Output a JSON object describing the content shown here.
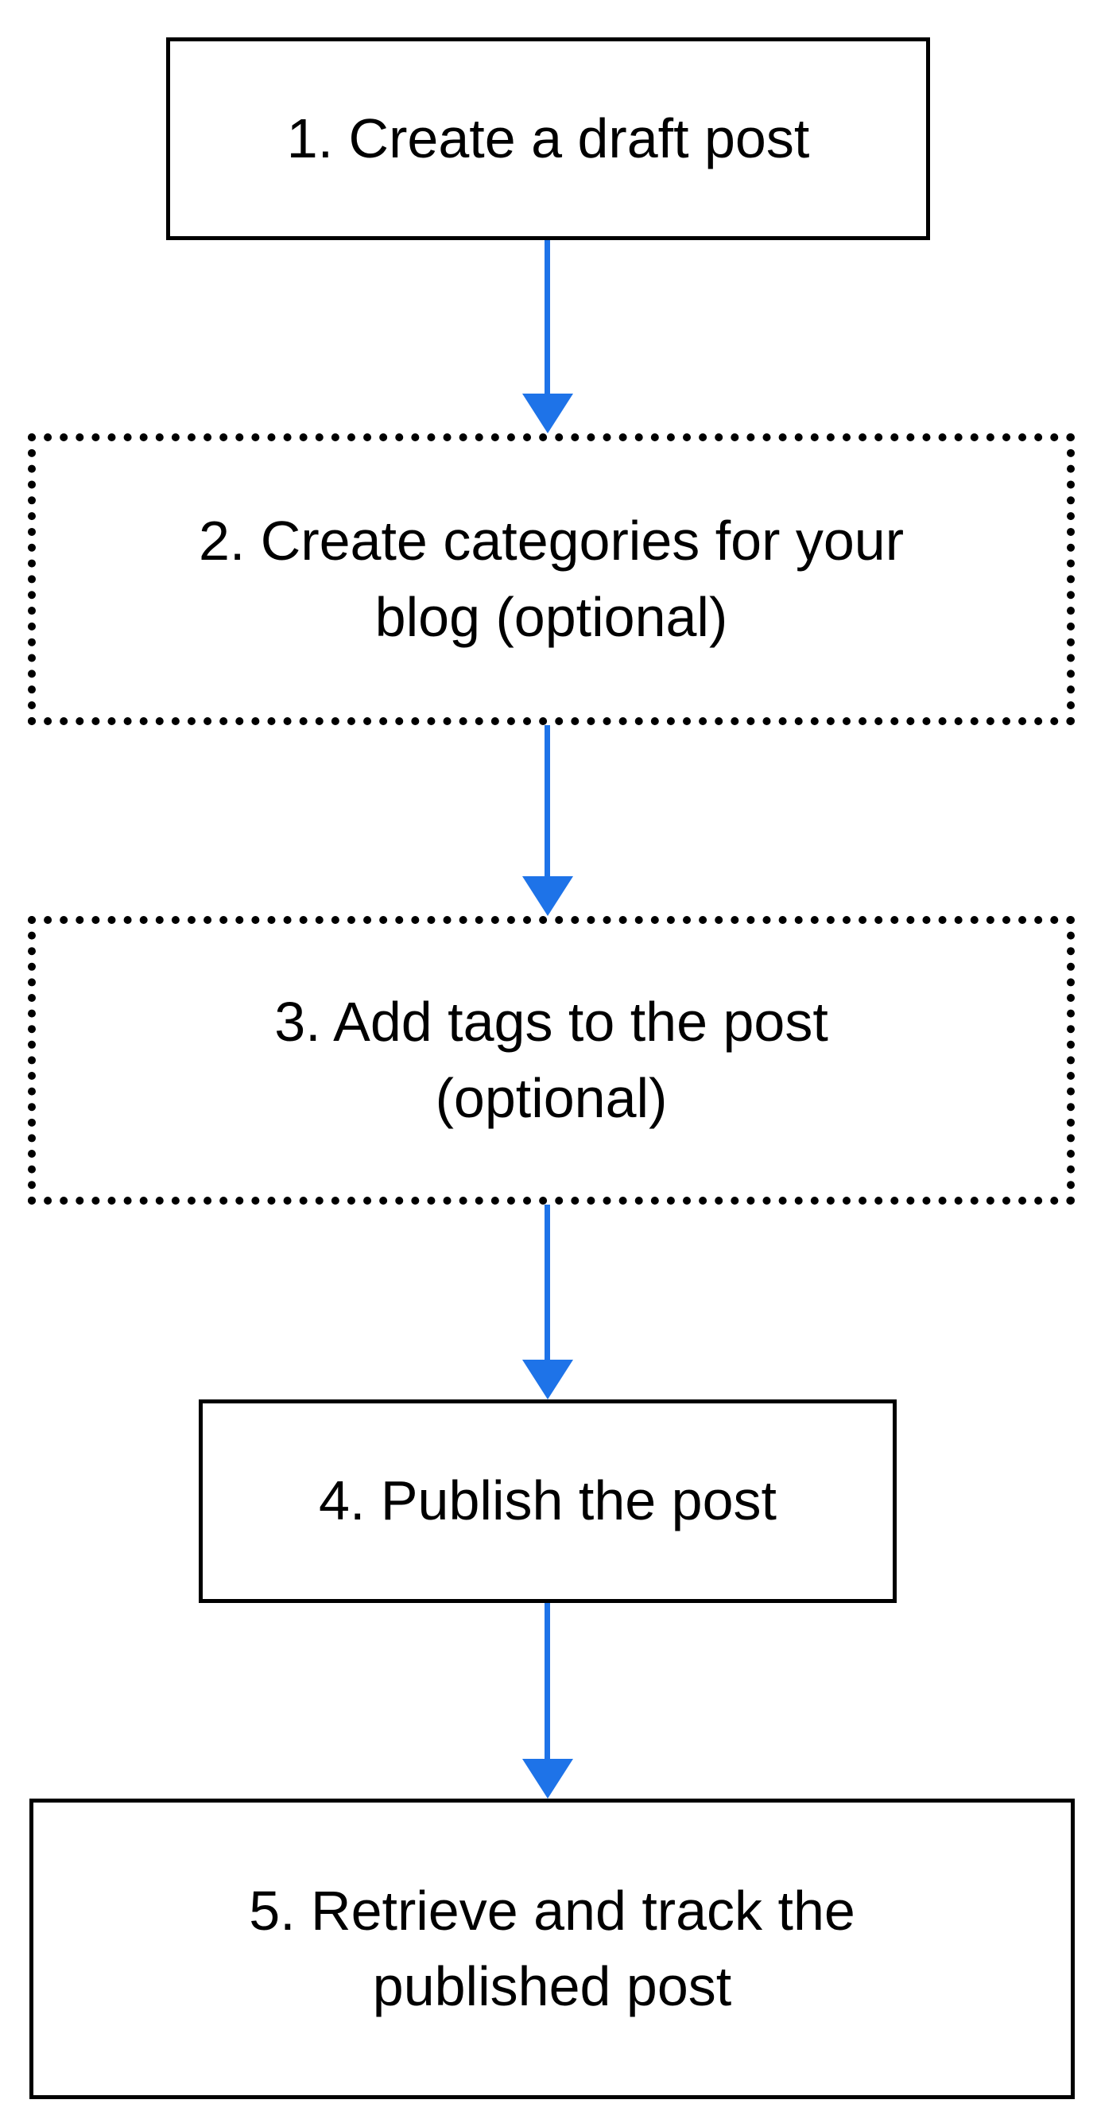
{
  "diagram": {
    "type": "flowchart",
    "direction": "top-down",
    "steps": [
      {
        "id": 1,
        "label": "1. Create a draft post",
        "border_style": "solid"
      },
      {
        "id": 2,
        "label": "2. Create categories for your\nblog (optional)",
        "border_style": "dotted"
      },
      {
        "id": 3,
        "label": "3. Add tags to the post\n(optional)",
        "border_style": "dotted"
      },
      {
        "id": 4,
        "label": "4. Publish the post",
        "border_style": "solid"
      },
      {
        "id": 5,
        "label": "5. Retrieve and track the\npublished post",
        "border_style": "solid"
      }
    ],
    "connectors": [
      {
        "from": 1,
        "to": 2,
        "shape": "arrow-down"
      },
      {
        "from": 2,
        "to": 3,
        "shape": "arrow-down"
      },
      {
        "from": 3,
        "to": 4,
        "shape": "arrow-down"
      },
      {
        "from": 4,
        "to": 5,
        "shape": "arrow-down"
      }
    ]
  },
  "colors": {
    "arrow": "#1e73e8",
    "box_border": "#000000",
    "text": "#000000",
    "background": "#ffffff"
  }
}
